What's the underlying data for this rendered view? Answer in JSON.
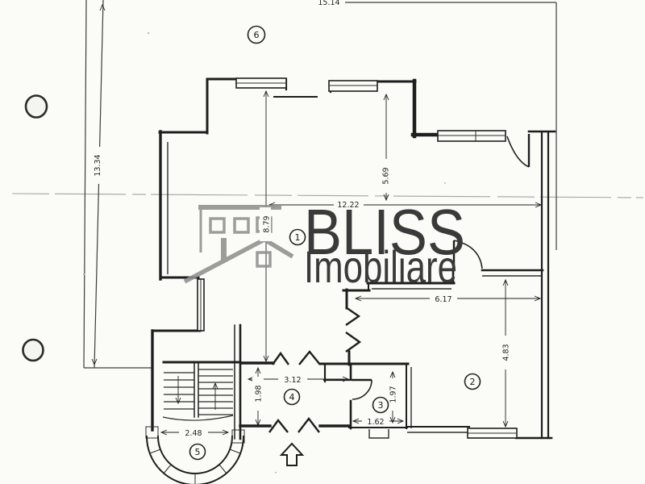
{
  "plan": {
    "brand": {
      "name": "BLISS",
      "subtitle": "Imobiliare"
    },
    "rooms": [
      {
        "label": "1"
      },
      {
        "label": "2"
      },
      {
        "label": "3"
      },
      {
        "label": "4"
      },
      {
        "label": "5"
      },
      {
        "label": "6"
      }
    ],
    "dimensions": {
      "top_width": "15.14",
      "left_depth": "13.34",
      "hall_width": "12.22",
      "hall_depth": "8.79",
      "upper_right_depth": "5.69",
      "room2_width": "6.17",
      "room2_depth": "4.83",
      "entry_width": "3.12",
      "entry_depth": "1.98",
      "bay_width": "2.48",
      "room3_width": "1.62",
      "room3_depth": "1.97"
    },
    "colors": {
      "paper": "#fbfbf8",
      "ink": "#1e1e1e",
      "thin": "#3c3c3c",
      "logo_gray": "#8f8f8f",
      "logo_text": "#3a3a3a",
      "dim": "#1f1f1f"
    }
  }
}
